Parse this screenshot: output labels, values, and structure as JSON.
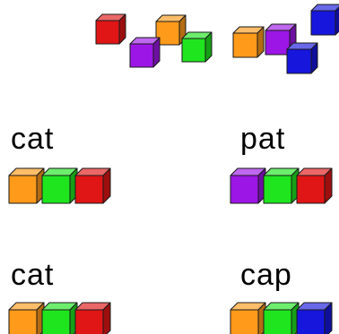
{
  "colors": {
    "orange": "#ff9a1a",
    "green": "#1fe51f",
    "red": "#e01515",
    "purple": "#9c16e6",
    "blue": "#1616dd",
    "edge": "#1a1a1a"
  },
  "loose_blocks": {
    "left_cluster": [
      "red",
      "orange",
      "purple",
      "green"
    ],
    "right_cluster": [
      "orange",
      "purple",
      "blue",
      "blue"
    ]
  },
  "examples": [
    {
      "word": "cat",
      "blocks": [
        "orange",
        "green",
        "red"
      ]
    },
    {
      "word": "pat",
      "blocks": [
        "purple",
        "green",
        "red"
      ]
    },
    {
      "word": "cat",
      "blocks": [
        "orange",
        "green",
        "red"
      ]
    },
    {
      "word": "cap",
      "blocks": [
        "orange",
        "green",
        "blue"
      ]
    }
  ]
}
